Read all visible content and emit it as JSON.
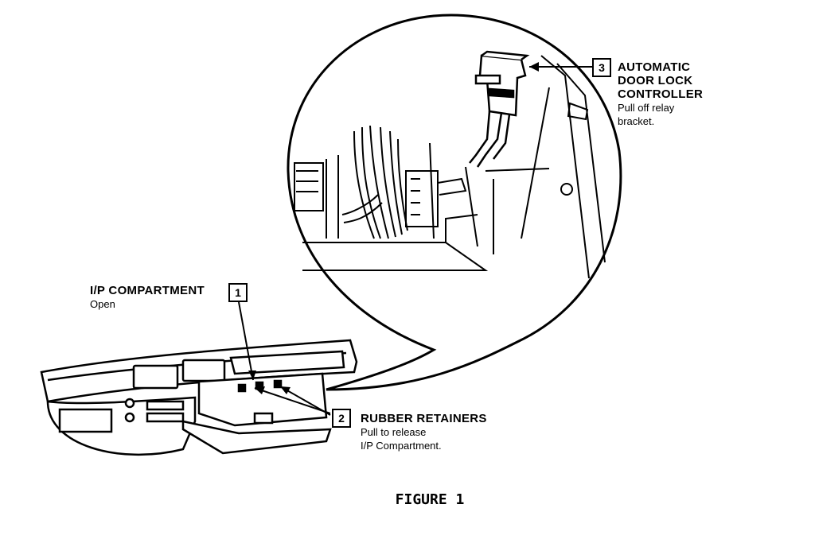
{
  "callouts": {
    "c1": {
      "number": "1",
      "title": "I/P COMPARTMENT",
      "notes": [
        "Open"
      ]
    },
    "c2": {
      "number": "2",
      "title": "RUBBER RETAINERS",
      "notes": [
        "Pull to release",
        "I/P Compartment."
      ]
    },
    "c3": {
      "number": "3",
      "title_lines": [
        "AUTOMATIC",
        "DOOR LOCK",
        "CONTROLLER"
      ],
      "notes": [
        "Pull off relay",
        "bracket."
      ]
    }
  },
  "figure": {
    "caption": "FIGURE 1"
  }
}
